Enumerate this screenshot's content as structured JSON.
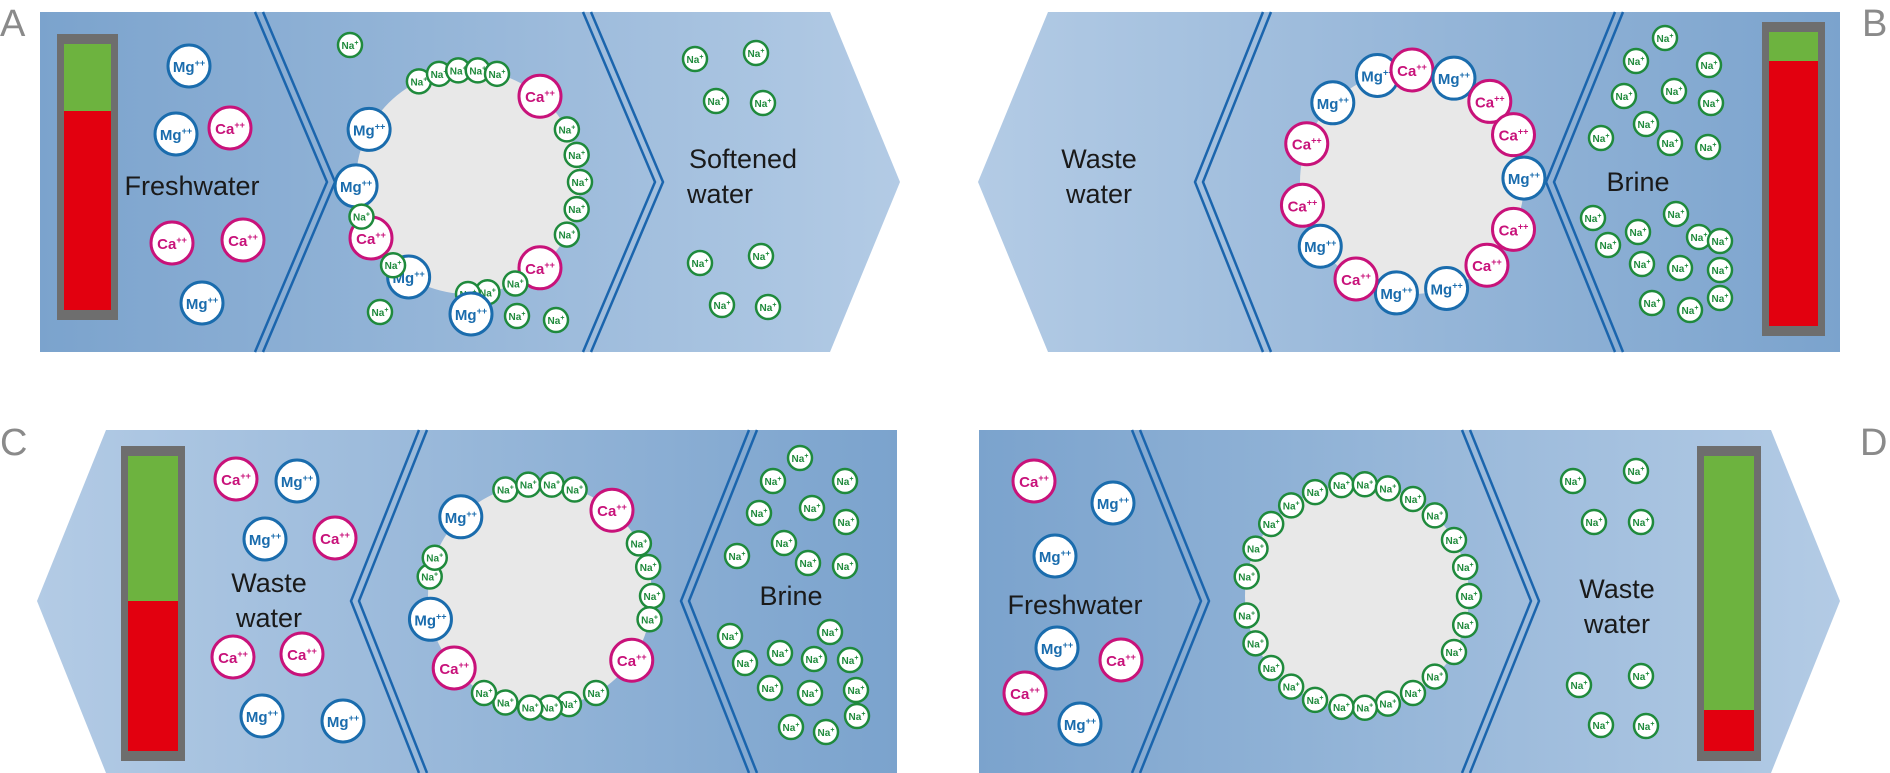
{
  "panels": [
    {
      "letter": "A",
      "labels": {
        "left": "Freshwater",
        "right": "Softened water"
      },
      "gauge": {
        "green_fraction": 0.25
      }
    },
    {
      "letter": "B",
      "labels": {
        "left": "Waste water",
        "right": "Brine"
      },
      "gauge": {
        "green_fraction": 0.1
      }
    },
    {
      "letter": "C",
      "labels": {
        "left": "Waste water",
        "right": "Brine"
      },
      "gauge": {
        "green_fraction": 0.49
      }
    },
    {
      "letter": "D",
      "labels": {
        "left": "Freshwater",
        "right": "Waste water"
      },
      "gauge": {
        "green_fraction": 0.86
      }
    }
  ],
  "ions": {
    "mg": {
      "symbol": "Mg",
      "charge": "++",
      "color": "#1a6cad"
    },
    "ca": {
      "symbol": "Ca",
      "charge": "++",
      "color": "#c8127a"
    },
    "na": {
      "symbol": "Na",
      "charge": "+",
      "color": "#1f8a3c"
    }
  },
  "colors": {
    "panel_dark": "#7fa6cf",
    "panel_light": "#b2cae4",
    "divider": "#1b65ad",
    "bead": "#e8e8e8",
    "gauge_frame": "#6e6e6e",
    "gauge_green": "#6db33f",
    "gauge_red": "#e2000f",
    "label_text": "#1a1a1a",
    "letter_text": "#8a8a8a"
  }
}
